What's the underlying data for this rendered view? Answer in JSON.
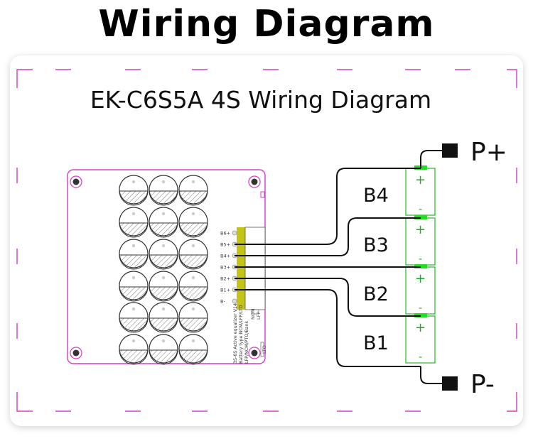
{
  "page_title": "Wiring Diagram",
  "diagram_title": "EK-C6S5A  4S Wiring Diagram",
  "terminals": {
    "positive": "P+",
    "negative": "P-"
  },
  "batteries": [
    {
      "label": "B4",
      "plus": "+",
      "minus": "-"
    },
    {
      "label": "B3",
      "plus": "+",
      "minus": "-"
    },
    {
      "label": "B2",
      "plus": "+",
      "minus": "-"
    },
    {
      "label": "B1",
      "plus": "+",
      "minus": "-"
    }
  ],
  "connector_pins": [
    "B6+",
    "B5+",
    "B4+",
    "B3+",
    "B2+",
    "B1+",
    "B-"
  ],
  "board_text": {
    "line1": "3S-6S Active equalizer V14",
    "line2": "Battery type:NCM/LFP/LTO",
    "line3": "LFP/NCM/PTO/Bank",
    "nom_label": "NOM",
    "lfp_label": "LFP",
    "lto_label": "LTO"
  },
  "colors": {
    "board_outline": "#d63cc8",
    "battery_outline": "#22bb22",
    "battery_cap": "#22dd22",
    "connector": "#c4c418",
    "wire": "#111111"
  }
}
